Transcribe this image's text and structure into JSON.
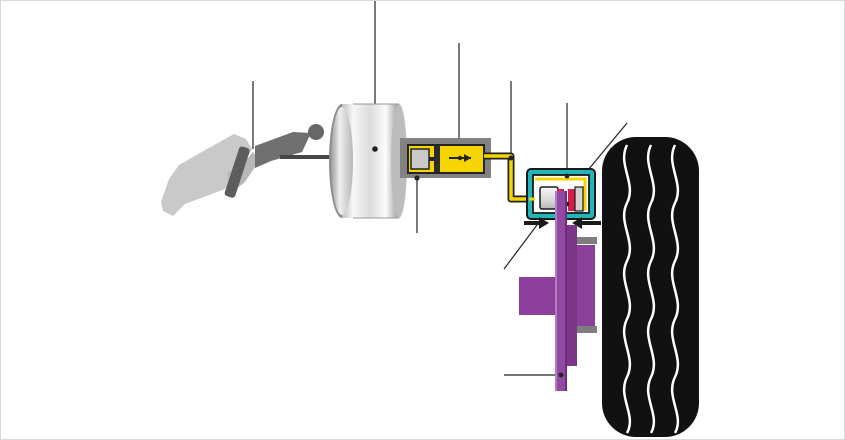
{
  "diagram": {
    "components": [
      {
        "id": "foot",
        "color": "#c9c9c9"
      },
      {
        "id": "brake-pedal",
        "color": "#6f6f6f"
      },
      {
        "id": "brake-booster",
        "color": "#d7d7d7"
      },
      {
        "id": "master-cylinder",
        "color": "#f5d400"
      },
      {
        "id": "brake-line",
        "color": "#f5d400"
      },
      {
        "id": "brake-caliper",
        "color": "#1fb4b7"
      },
      {
        "id": "brake-piston",
        "color": "#ececec"
      },
      {
        "id": "brake-pad",
        "color": "#d91c47"
      },
      {
        "id": "brake-rotor",
        "color": "#8a3f9b"
      },
      {
        "id": "tire",
        "color": "#111111"
      }
    ],
    "leader_lines": 8,
    "icons": [
      "arrow-right-icon",
      "arrow-left-icon",
      "arrow-right-icon"
    ]
  }
}
